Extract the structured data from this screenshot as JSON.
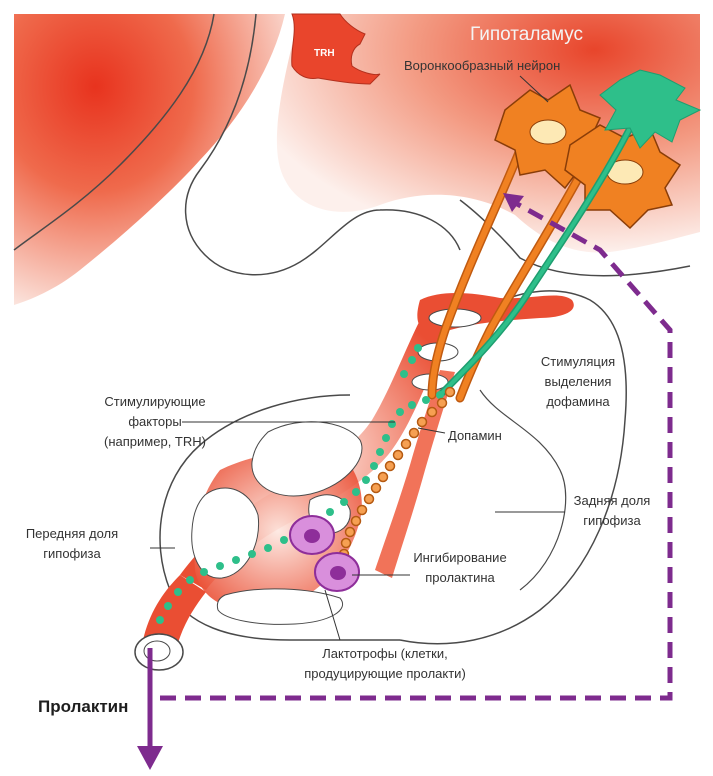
{
  "labels": {
    "hypothalamus": "Гипоталамус",
    "trh": "TRH",
    "funnel_neuron": "Воронкообразный нейрон",
    "stimulating_factors": [
      "Стимулирующие",
      "факторы",
      "(например, TRH)"
    ],
    "dopamine": "Допамин",
    "stimulation": [
      "Стимуляция",
      "выделения",
      "дофамина"
    ],
    "posterior_lobe": [
      "Задняя доля",
      "гипофиза"
    ],
    "anterior_lobe": [
      "Передняя доля",
      "гипофиза"
    ],
    "inhibition": [
      "Ингибирование",
      "пролактина"
    ],
    "lactotrophs": [
      "Лактотрофы (клетки,",
      "продуцирующие пролакти)"
    ],
    "prolactin": "Пролактин"
  },
  "colors": {
    "red_region": "#e9452c",
    "vessel": "#ee5a3c",
    "neuron_orange": "#f08122",
    "neuron_green": "#2ebf8a",
    "dopamine_dots": "#e8701c",
    "lactotroph": "#d98fdc",
    "lactotroph_nucleus": "#8e2e9a",
    "feedback_purple": "#7e2b8e",
    "outline": "#4a4a4a"
  }
}
